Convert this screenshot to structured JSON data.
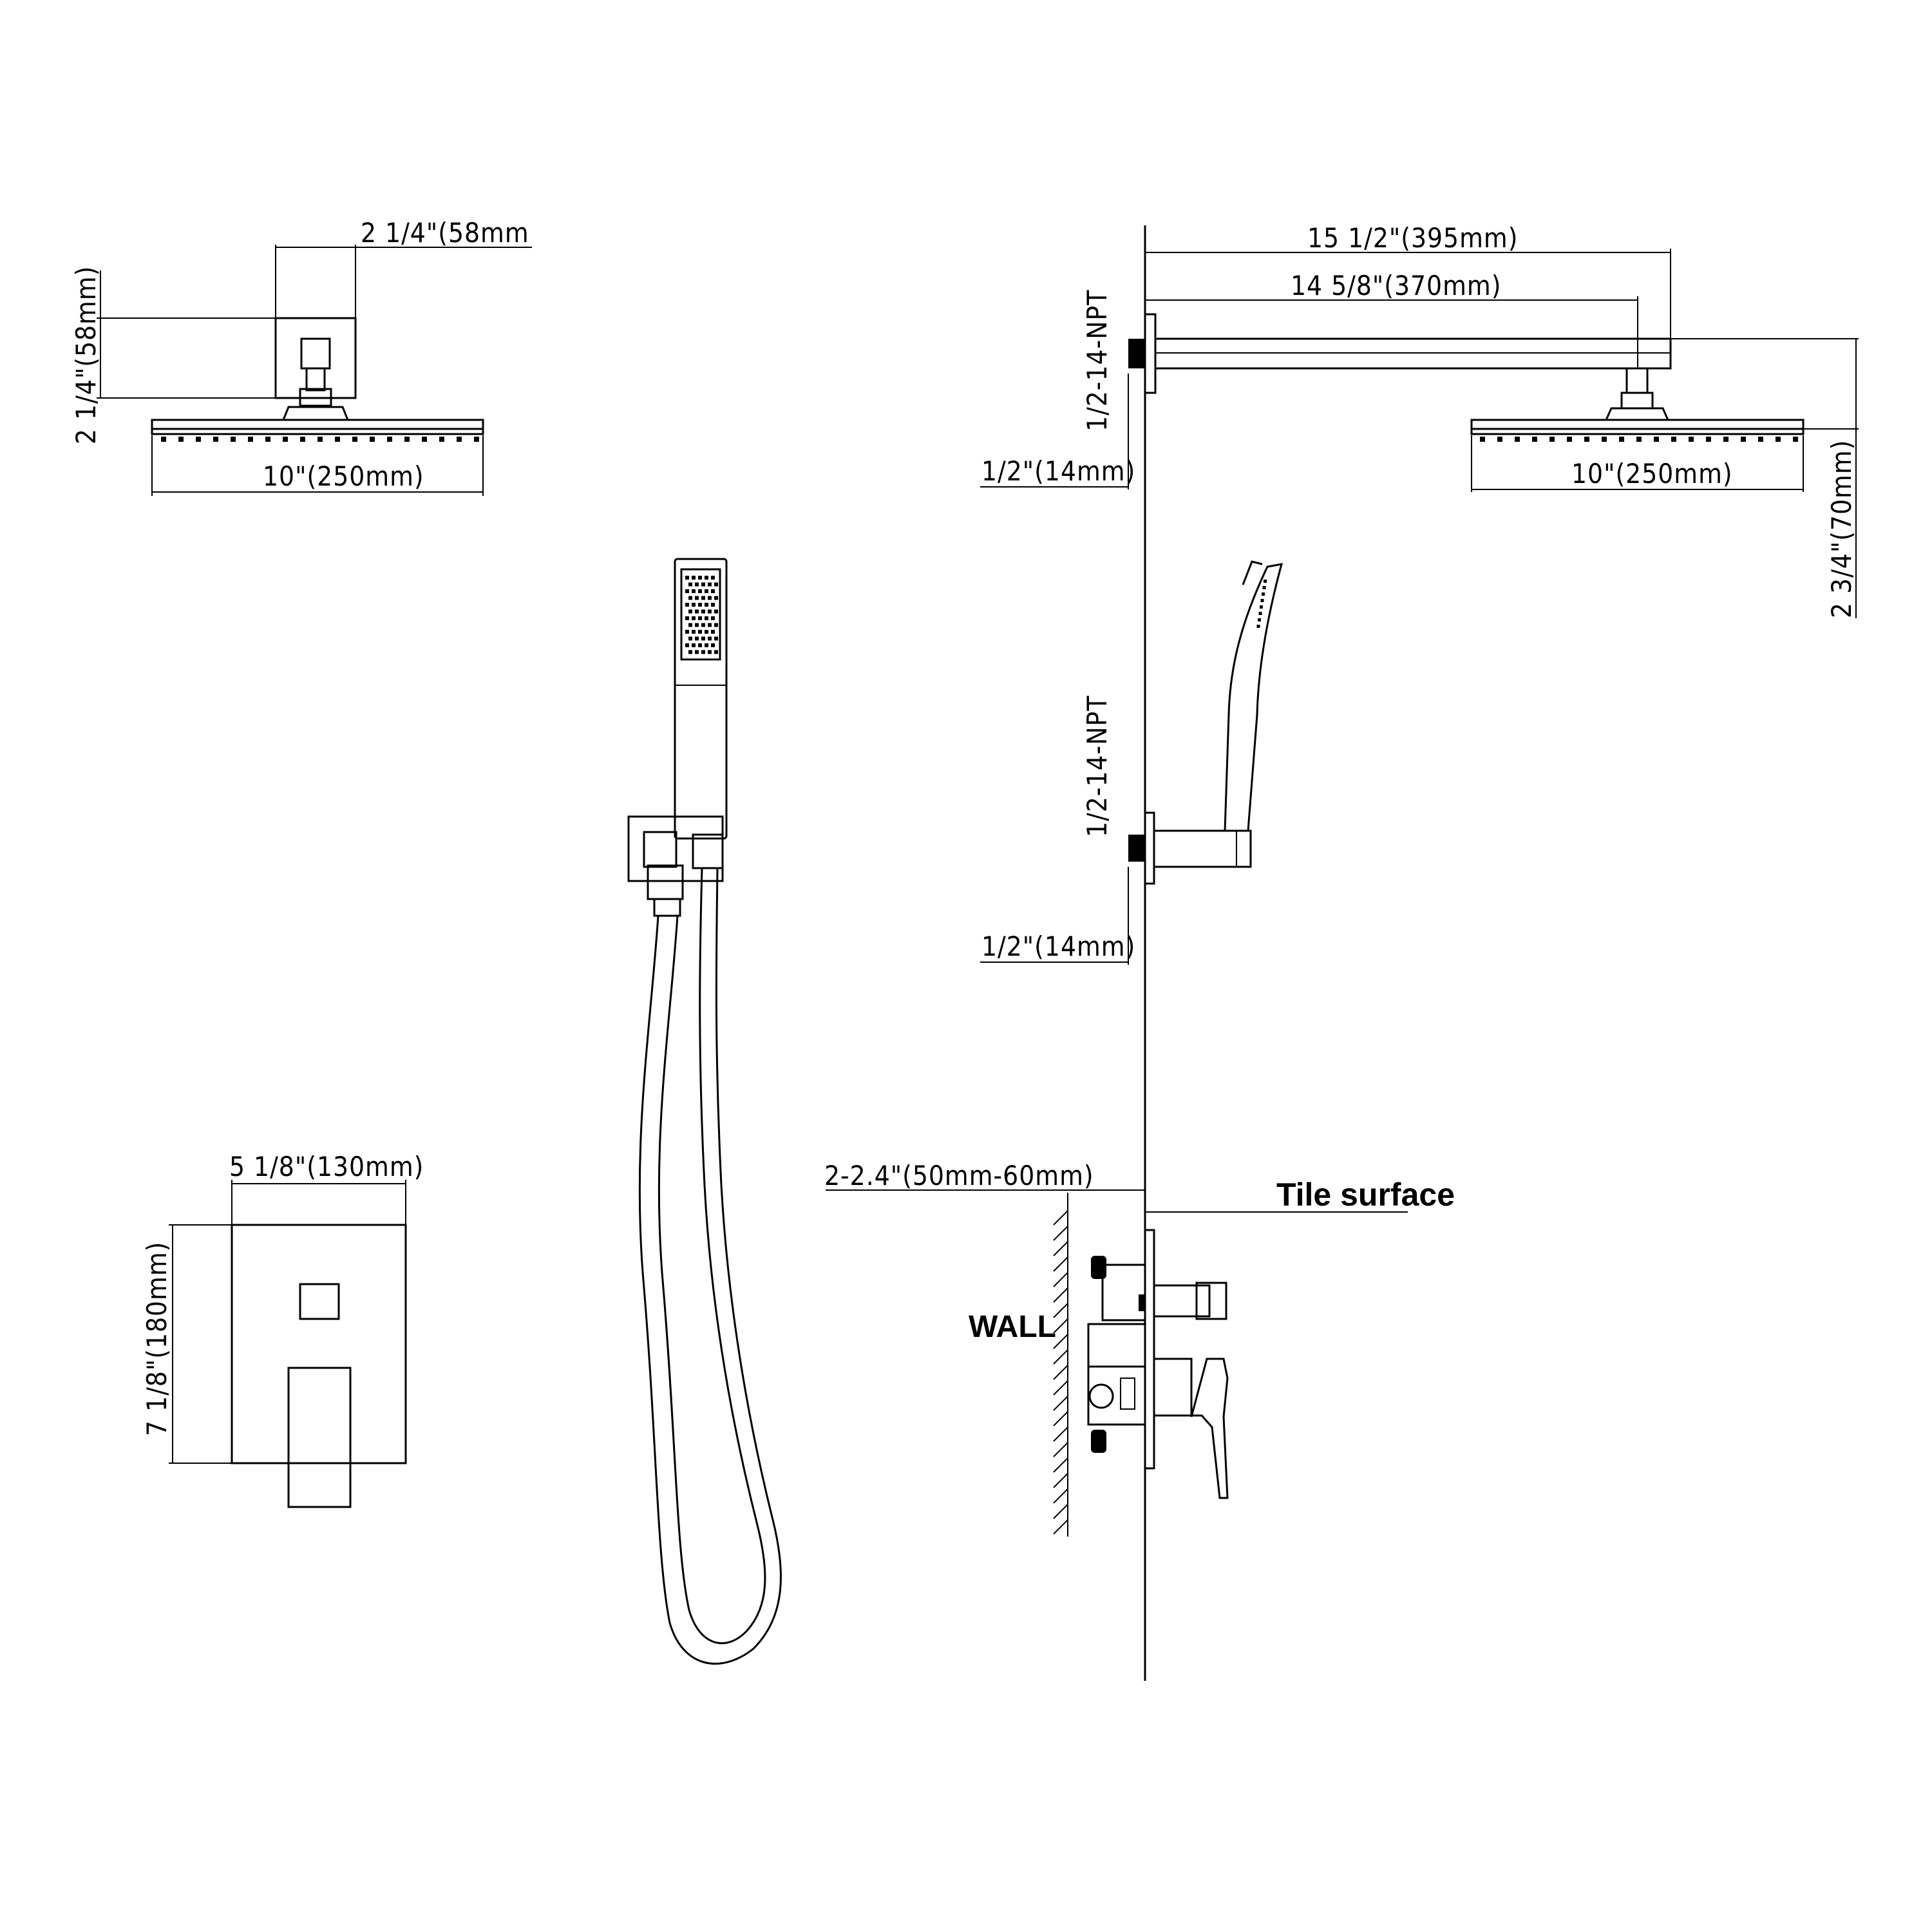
{
  "top_view": {
    "arm_width": "2 1/4\"(58mm",
    "arm_height": "2 1/4\"(58mm)",
    "head_width": "10\"(250mm)"
  },
  "side_view": {
    "arm_total_length": "15 1/2\"(395mm)",
    "arm_length": "14 5/8\"(370mm)",
    "arm_thread": "1/2-14-NPT",
    "arm_thread_depth": "1/2\"(14mm)",
    "head_width": "10\"(250mm)",
    "head_drop": "2 3/4\"(70mm)",
    "handshower_thread": "1/2-14-NPT",
    "handshower_thread_depth": "1/2\"(14mm)"
  },
  "valve_front": {
    "width": "5 1/8\"(130mm)",
    "height": "7 1/8\"(180mm)"
  },
  "valve_section": {
    "depth": "2-2.4\"(50mm-60mm)",
    "tile_label": "Tile surface",
    "wall_label": "WALL"
  }
}
